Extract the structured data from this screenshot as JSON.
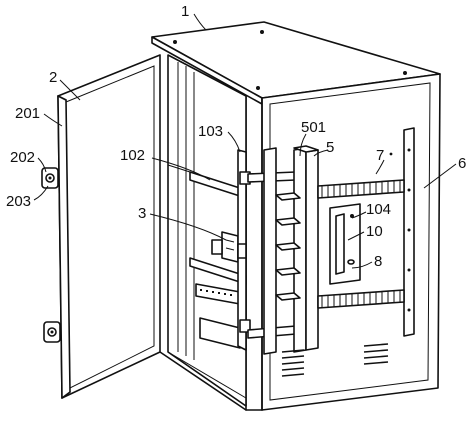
{
  "callouts": [
    {
      "id": "c1",
      "text": "1"
    },
    {
      "id": "c2",
      "text": "2"
    },
    {
      "id": "c201",
      "text": "201"
    },
    {
      "id": "c202",
      "text": "202"
    },
    {
      "id": "c203",
      "text": "203"
    },
    {
      "id": "c103",
      "text": "103"
    },
    {
      "id": "c102",
      "text": "102"
    },
    {
      "id": "c501",
      "text": "501"
    },
    {
      "id": "c5",
      "text": "5"
    },
    {
      "id": "c7",
      "text": "7"
    },
    {
      "id": "c6",
      "text": "6"
    },
    {
      "id": "c104",
      "text": "104"
    },
    {
      "id": "c10",
      "text": "10"
    },
    {
      "id": "c3",
      "text": "3"
    },
    {
      "id": "c8",
      "text": "8"
    }
  ]
}
